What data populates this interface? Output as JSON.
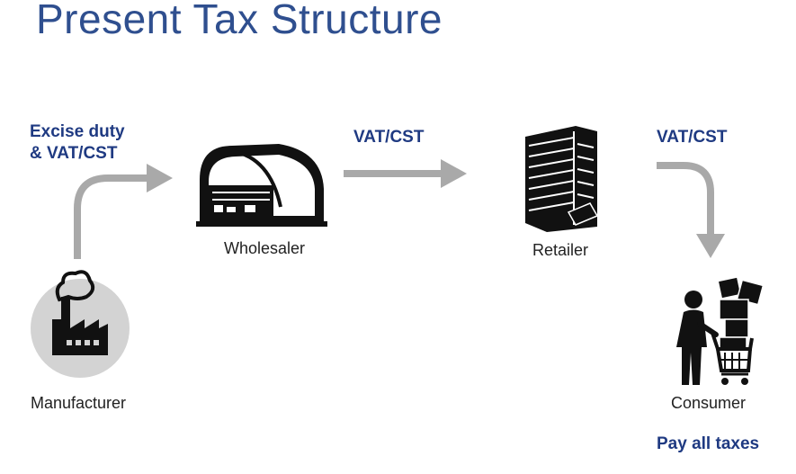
{
  "title": "Present Tax Structure",
  "colors": {
    "title": "#2f4f8f",
    "tax_label": "#1f3a82",
    "arrow": "#a9a9a9",
    "icon": "#111111",
    "circle": "#d3d3d3"
  },
  "nodes": [
    {
      "id": "manufacturer",
      "label": "Manufacturer",
      "icon": "factory-icon"
    },
    {
      "id": "wholesaler",
      "label": "Wholesaler",
      "icon": "warehouse-icon"
    },
    {
      "id": "retailer",
      "label": "Retailer",
      "icon": "building-icon"
    },
    {
      "id": "consumer",
      "label": "Consumer",
      "icon": "shopping-cart-person-icon"
    }
  ],
  "edges": [
    {
      "from": "manufacturer",
      "to": "wholesaler",
      "tax": [
        "Excise duty",
        "& VAT/CST"
      ]
    },
    {
      "from": "wholesaler",
      "to": "retailer",
      "tax": [
        "VAT/CST"
      ]
    },
    {
      "from": "retailer",
      "to": "consumer",
      "tax": [
        "VAT/CST"
      ]
    }
  ],
  "consumer_note": "Pay all taxes"
}
